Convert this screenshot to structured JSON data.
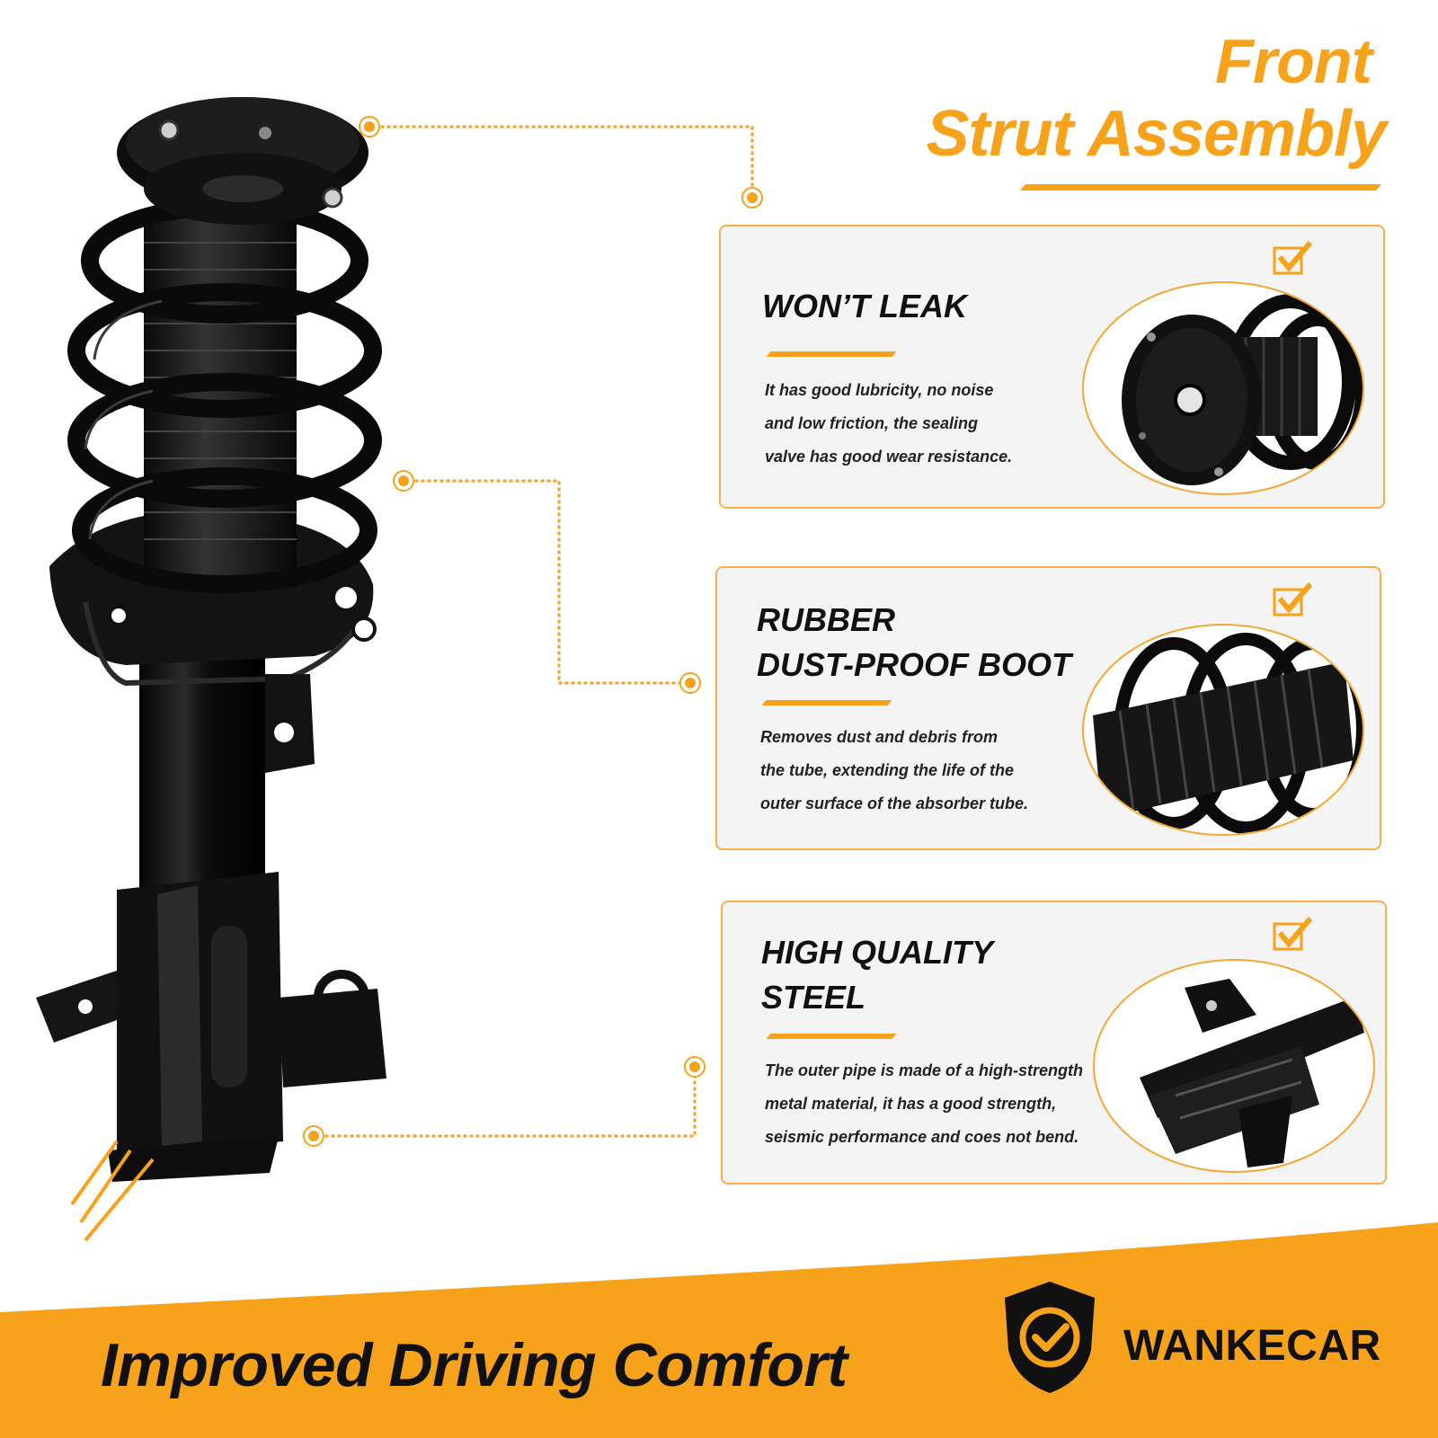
{
  "heading": {
    "line1": "Front",
    "line2": "Strut Assembly"
  },
  "features": [
    {
      "title_lines": [
        "WON’T LEAK"
      ],
      "description_lines": [
        "It has good lubricity, no noise",
        "and low friction, the sealing",
        "valve has good wear resistance."
      ]
    },
    {
      "title_lines": [
        "RUBBER",
        "DUST-PROOF BOOT"
      ],
      "description_lines": [
        "Removes dust and debris from",
        "the tube, extending the life of the",
        "outer surface of the absorber tube."
      ]
    },
    {
      "title_lines": [
        "HIGH QUALITY",
        "STEEL"
      ],
      "description_lines": [
        "The outer pipe is made of a high-strength",
        "metal material, it has a good strength,",
        "seismic performance and coes not bend."
      ]
    }
  ],
  "banner": {
    "tagline": "Improved Driving Comfort",
    "brand": "WANKECAR"
  },
  "colors": {
    "accent": "#f7a21b",
    "card_border": "#f6b14a",
    "card_bg": "#f4f4f4",
    "text": "#111111"
  },
  "icons": [
    "check-icon",
    "shield-check-icon"
  ]
}
